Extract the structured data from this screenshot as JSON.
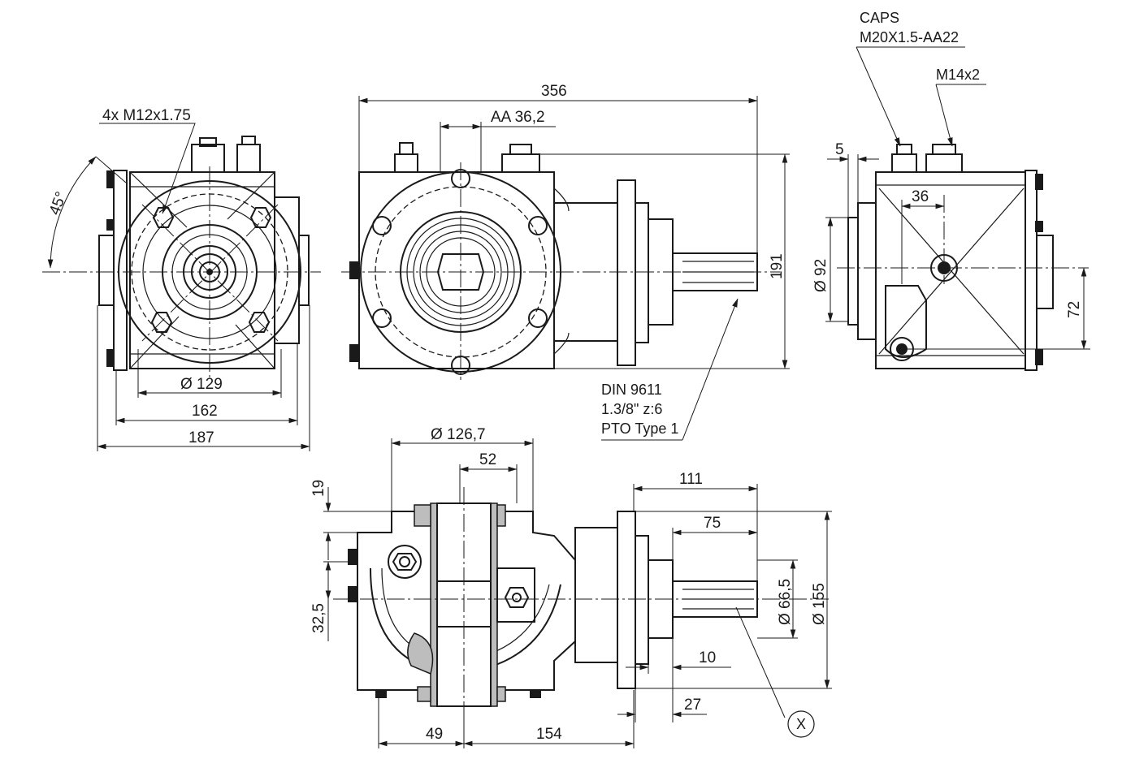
{
  "labels": {
    "bolt_thread": "4x M12x1.75",
    "angle": "45°",
    "flange_diameter": "Ø 129",
    "width_162": "162",
    "width_187": "187",
    "overall_length": "356",
    "input_offset": "AA 36,2",
    "height_191": "191",
    "pto_standard": "DIN 9611",
    "pto_spline": "1.3/8\" z:6",
    "pto_type": "PTO Type 1",
    "caps": "CAPS",
    "caps_thread": "M20X1.5-AA22",
    "plug_thread": "M14x2",
    "dim_5": "5",
    "dim_36": "36",
    "dim_92": "Ø 92",
    "dim_72": "72",
    "bore_diameter": "Ø 126,7",
    "dim_52": "52",
    "dim_19": "19",
    "dim_32_5": "32,5",
    "dim_111": "111",
    "dim_75": "75",
    "dim_66_5": "Ø 66,5",
    "dim_155": "Ø 155",
    "dim_10": "10",
    "dim_27": "27",
    "dim_49": "49",
    "dim_154": "154",
    "detail_x": "X"
  }
}
